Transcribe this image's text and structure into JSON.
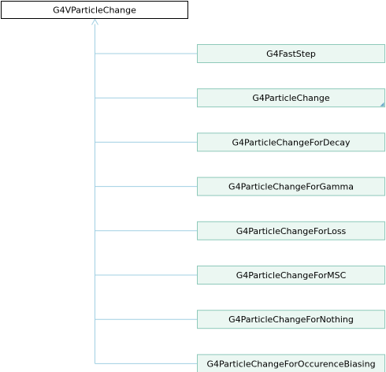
{
  "diagram": {
    "type": "class-inheritance",
    "root": {
      "label": "G4VParticleChange"
    },
    "children": [
      {
        "label": "G4FastStep",
        "has_more_indicator": false
      },
      {
        "label": "G4ParticleChange",
        "has_more_indicator": true
      },
      {
        "label": "G4ParticleChangeForDecay",
        "has_more_indicator": false
      },
      {
        "label": "G4ParticleChangeForGamma",
        "has_more_indicator": false
      },
      {
        "label": "G4ParticleChangeForLoss",
        "has_more_indicator": false
      },
      {
        "label": "G4ParticleChangeForMSC",
        "has_more_indicator": false
      },
      {
        "label": "G4ParticleChangeForNothing",
        "has_more_indicator": false
      },
      {
        "label": "G4ParticleChangeForOccurenceBiasing",
        "has_more_indicator": false
      }
    ],
    "colors": {
      "root_fill": "#ffffff",
      "root_stroke": "#000000",
      "child_fill": "#ebf7f2",
      "child_stroke": "#8ec9ba",
      "connector": "#a0cfe2",
      "indicator": "#6aa9c8",
      "text": "#000000"
    }
  }
}
